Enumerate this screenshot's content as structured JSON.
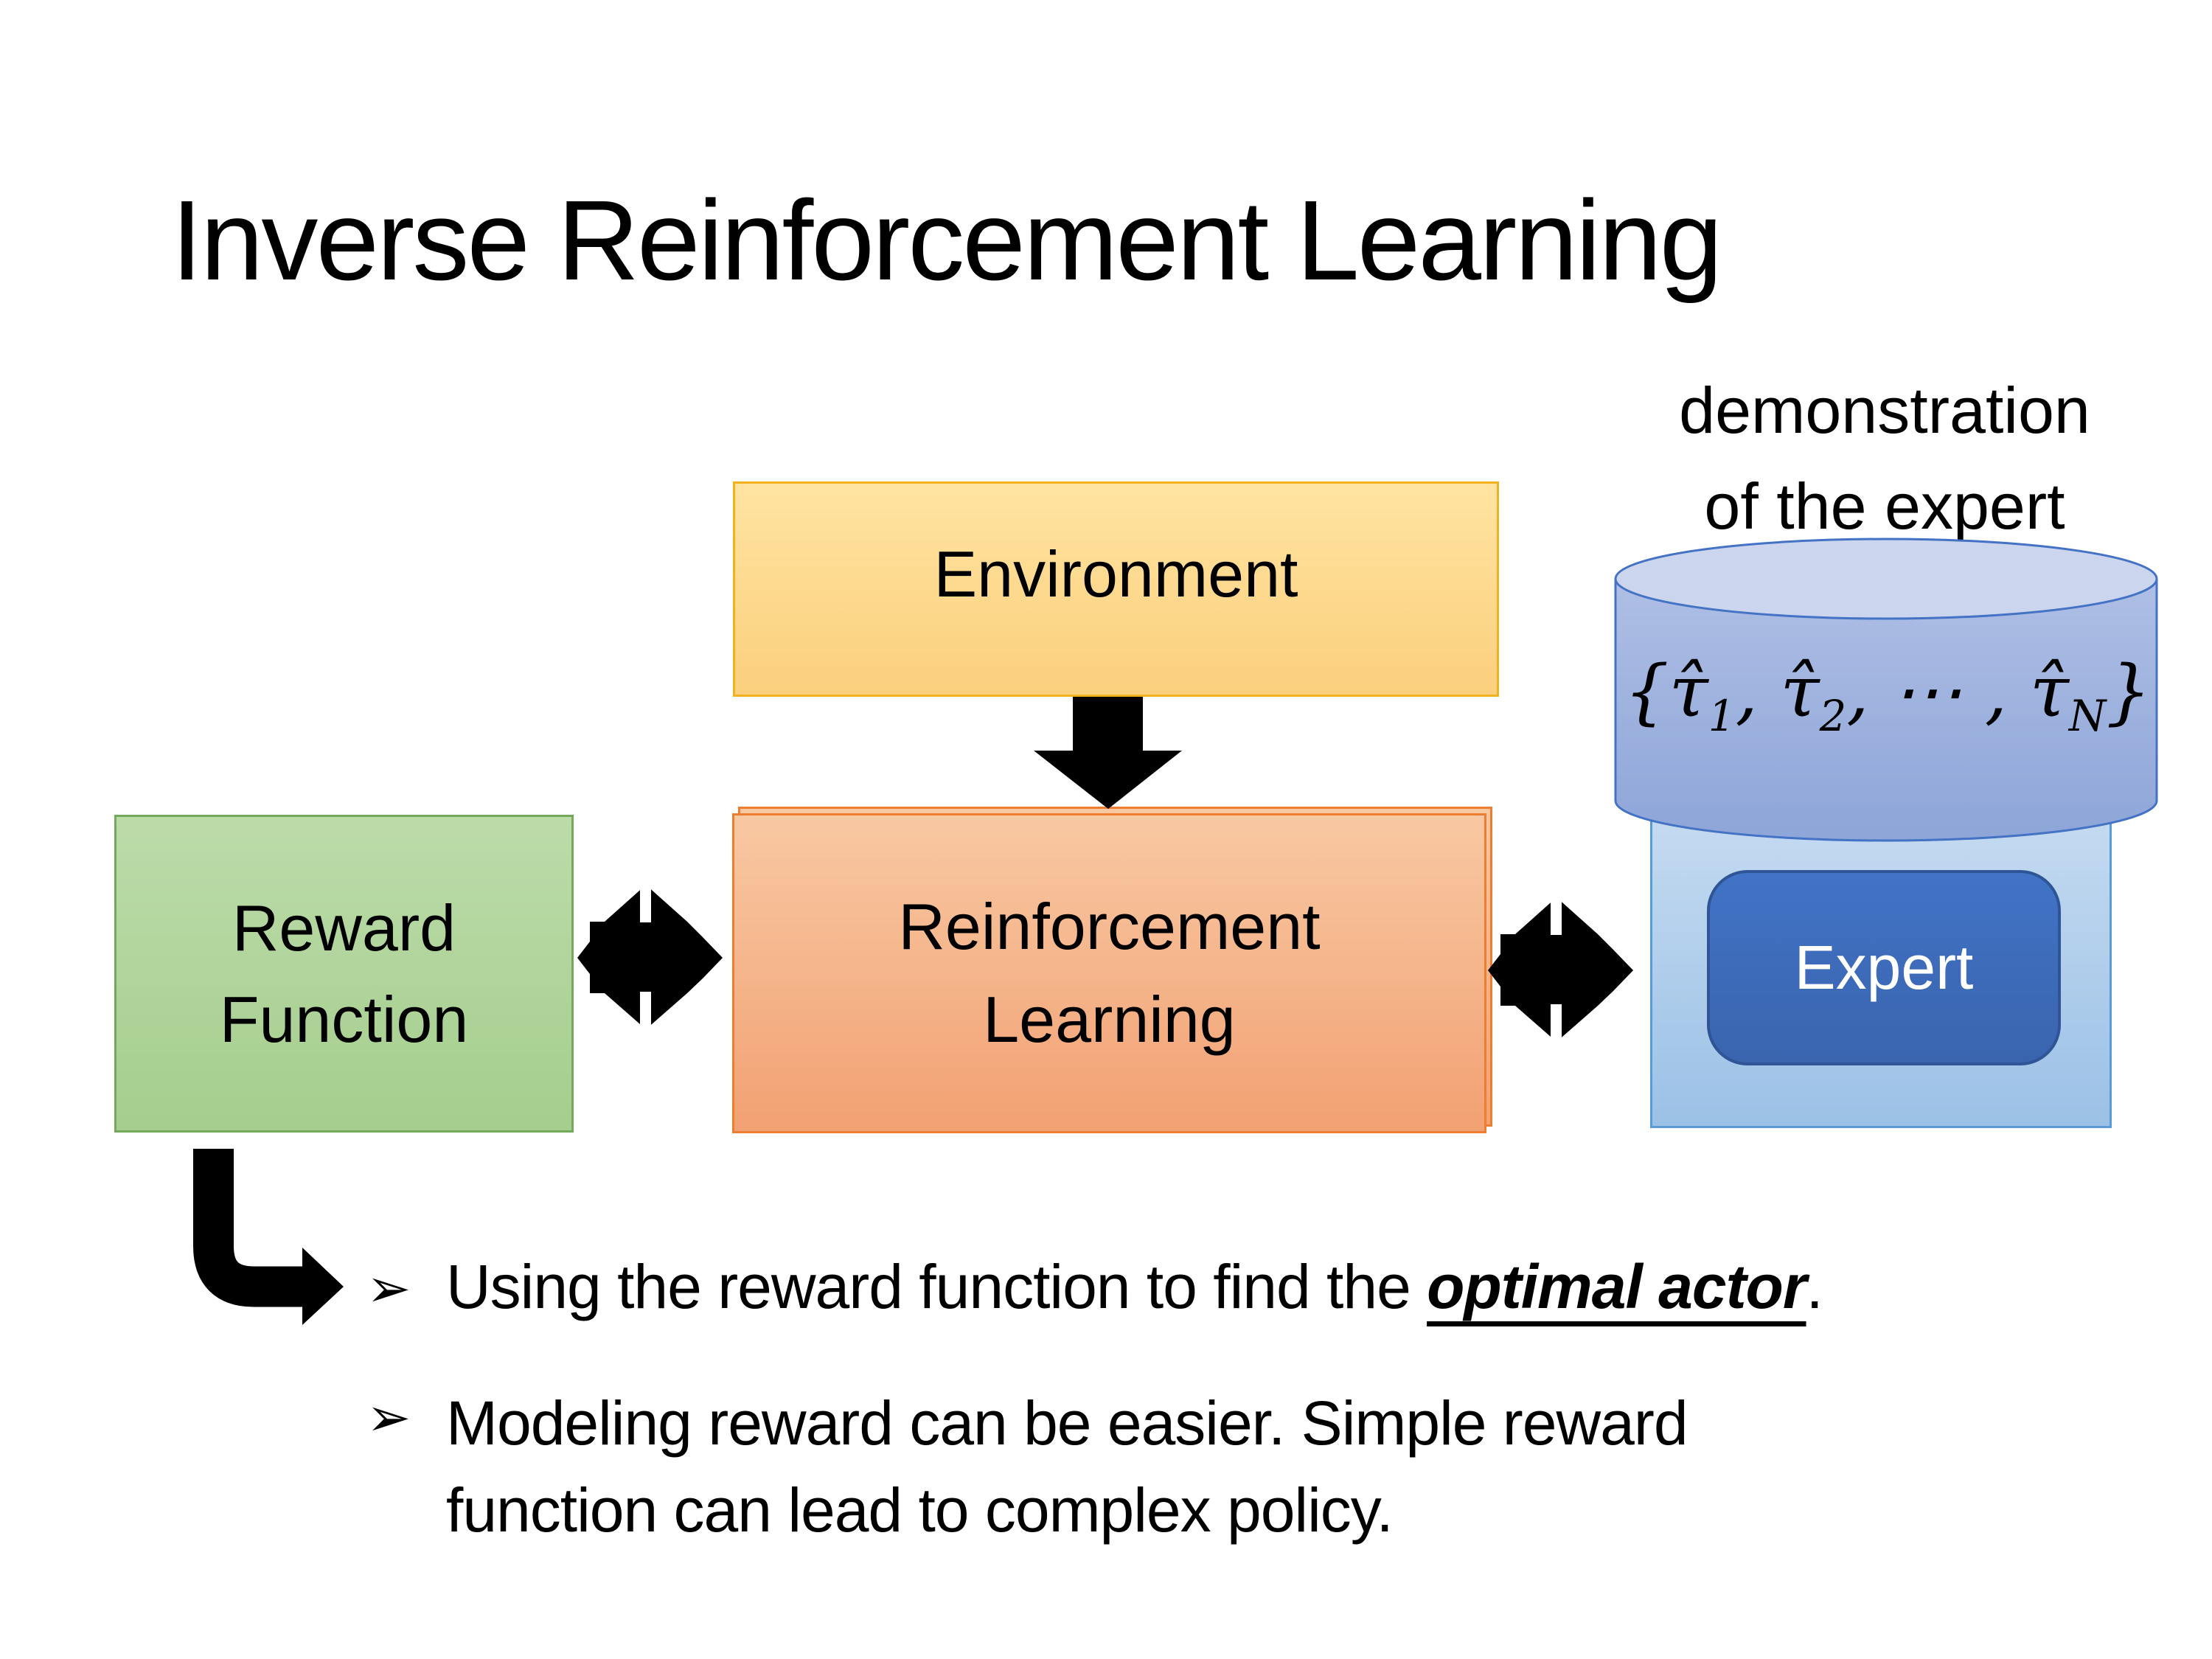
{
  "title": "Inverse Reinforcement Learning",
  "demo_label": {
    "line1": "demonstration",
    "line2": "of the expert"
  },
  "boxes": {
    "environment": "Environment",
    "reward_function": "Reward Function",
    "reinforcement_learning": "Reinforcement Learning",
    "expert": "Expert"
  },
  "cylinder_formula": {
    "p0": "{τ̂",
    "s0": "1",
    "p1": ", τ̂",
    "s1": "2",
    "p2": ", ⋯ , τ̂",
    "s2": "N",
    "p3": "}"
  },
  "bullets": {
    "marker": "➢",
    "item1_pre": "Using the reward function to find the ",
    "item1_emphasis": "optimal actor",
    "item1_post": ".",
    "item2_line1": "Modeling reward can be easier. Simple reward",
    "item2_line2": "function can lead to complex policy."
  },
  "icons": {
    "down_arrow": "down-block-arrow",
    "exchange_arrow": "double-exchange-arrow",
    "bent_arrow": "bent-elbow-arrow",
    "database": "database-cylinder"
  },
  "colors": {
    "environment_fill_top": "#FFE4A1",
    "environment_fill_bottom": "#FBCF7D",
    "environment_border": "#F2B21D",
    "reward_fill_top": "#BCDBA9",
    "reward_fill_bottom": "#A5CE8E",
    "reward_border": "#74A85B",
    "rl_fill_top": "#F8C8A2",
    "rl_fill_bottom": "#F2A173",
    "rl_border": "#ED7D31",
    "cylinder_top_fill": "#CBD6EE",
    "cylinder_body_top": "#AFBFE5",
    "cylinder_body_bottom": "#8DA5D8",
    "cylinder_border": "#4472C4",
    "expert_panel_top": "#C6DBF1",
    "expert_panel_bottom": "#9BC1E6",
    "expert_panel_border": "#5B9BD5",
    "expert_fill": "#3E6DBF",
    "expert_border": "#2F5597",
    "expert_text": "#FFFFFF",
    "arrow_color": "#000000",
    "text_color": "#000000"
  }
}
